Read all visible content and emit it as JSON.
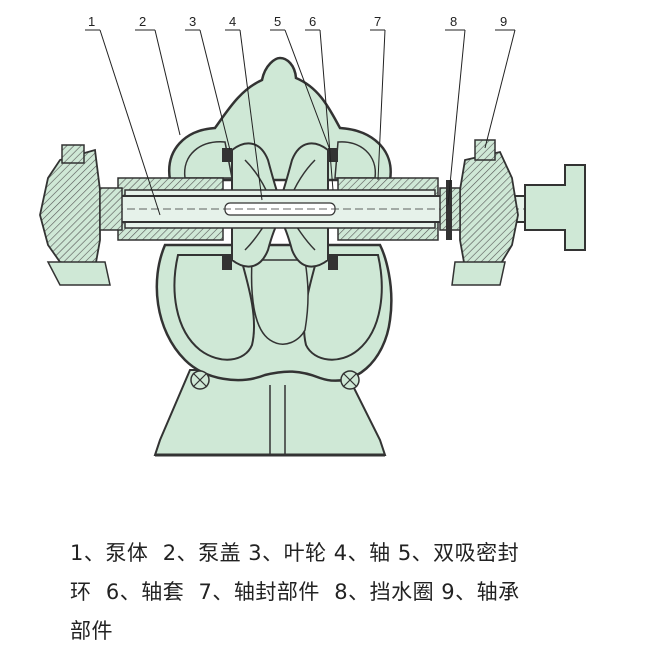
{
  "figure": {
    "callouts": [
      "1",
      "2",
      "3",
      "4",
      "5",
      "6",
      "7",
      "8",
      "9"
    ]
  },
  "legend": {
    "items": [
      "1、泵体",
      "2、泵盖",
      "3、叶轮",
      "4、轴",
      "5、双吸密封环",
      "6、轴套",
      "7、轴封部件",
      "8、挡水圈",
      "9、轴承部件"
    ],
    "lines": [
      "1、泵体  2、泵盖 3、叶轮 4、轴 5、双吸密封",
      "环  6、轴套  7、轴封部件  8、挡水圈 9、轴承",
      "部件"
    ]
  },
  "colors": {
    "body_fill": "#cfe8d6",
    "outline": "#333333",
    "hatch": "#555555",
    "shaft_fill": "#e6f2ea"
  }
}
